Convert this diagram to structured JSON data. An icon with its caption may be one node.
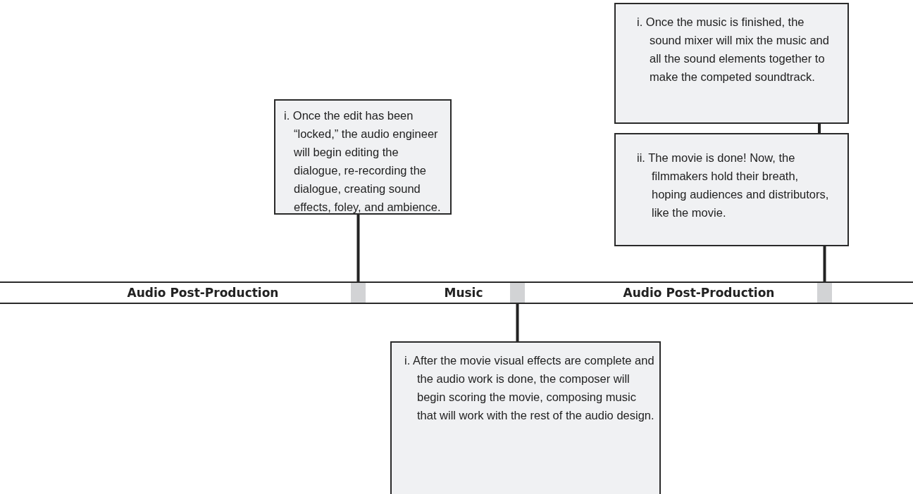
{
  "diagram": {
    "nodes": [
      {
        "text": [
          "i. Once the music is finished, the sound mixer will mix the music and all the sound elements together to make the competed soundtrack."
        ]
      },
      {
        "text": [
          "i. Once the edit has been “locked,” the audio engineer will begin editing the dialogue, re-recording the dialogue, creating sound effects, foley, and ambience."
        ]
      },
      {
        "text": [
          "ii. The movie is done!  Now, the filmmakers hold their breath, hoping audiences and distributors, like the movie."
        ]
      },
      {
        "text": [
          "Audio Post-Production",
          "Music",
          "Audio Post-Production"
        ]
      },
      {
        "text": [],
        "shape": "bar",
        "in": 3
      },
      {
        "text": [],
        "shape": "bar",
        "in": 3
      },
      {
        "text": [],
        "shape": "bar",
        "in": 3
      },
      {
        "text": [
          "i. After the movie visual effects are complete and the audio work is done, the composer will begin scoring the movie, composing music that will work with the rest of the audio design."
        ]
      }
    ],
    "edges": [
      {
        "from": 0,
        "to": 2,
        "arrow": "none"
      },
      {
        "from": 1,
        "to": 4,
        "arrow": "none"
      },
      {
        "from": 2,
        "to": 6,
        "arrow": "none"
      },
      {
        "from": 5,
        "to": 7,
        "arrow": "none"
      }
    ]
  }
}
